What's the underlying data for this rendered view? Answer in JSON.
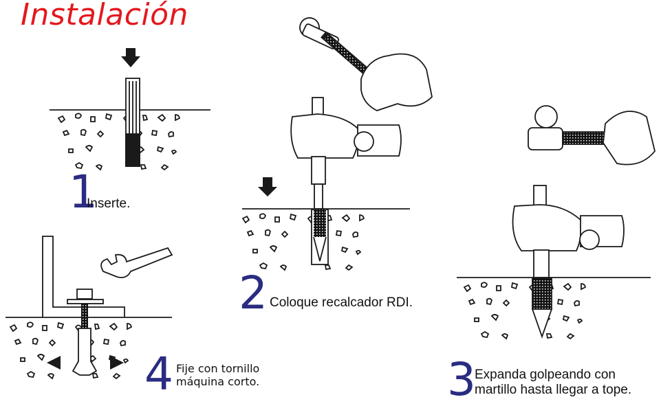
{
  "title": "Instalación",
  "colors": {
    "accent": "#e3191e",
    "step_number": "#2a2c82",
    "line": "#1a1a1a"
  },
  "steps": [
    {
      "number": "1",
      "lines": [
        "Inserte."
      ]
    },
    {
      "number": "2",
      "lines": [
        "Coloque recalcador RDI."
      ]
    },
    {
      "number": "3",
      "lines": [
        "Expanda golpeando con",
        "martillo hasta llegar a tope."
      ]
    },
    {
      "number": "4",
      "lines": [
        "Fije con tornillo",
        "máquina corto."
      ]
    }
  ]
}
